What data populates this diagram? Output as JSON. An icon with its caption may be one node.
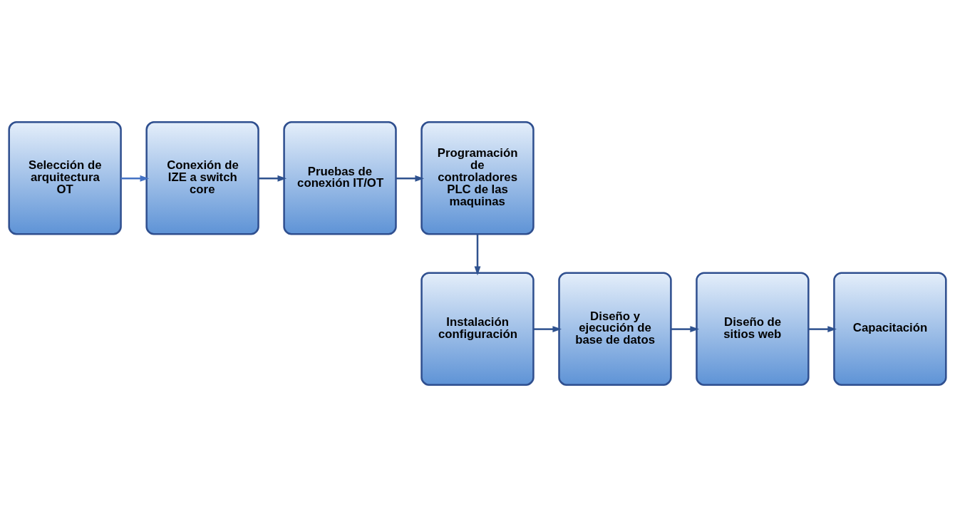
{
  "diagram": {
    "nodes": [
      {
        "text": [
          "Selección de arquitectura OT"
        ]
      },
      {
        "text": [
          "Conexión de IZE a switch core"
        ]
      },
      {
        "text": [
          "Pruebas de conexión IT/OT"
        ]
      },
      {
        "text": [
          "Programación de controladores PLC de las maquinas"
        ]
      },
      {
        "text": [
          "Instalación configuración"
        ]
      },
      {
        "text": [
          "Diseño y ejecución de base de datos"
        ]
      },
      {
        "text": [
          "Diseño de sitios web"
        ]
      },
      {
        "text": [
          "Capacitación"
        ]
      }
    ],
    "edges": [
      {
        "from": 0,
        "to": 1,
        "arrow": "to",
        "color": "#4472c4"
      },
      {
        "from": 1,
        "to": 2,
        "arrow": "to"
      },
      {
        "from": 2,
        "to": 3,
        "arrow": "to"
      },
      {
        "from": 3,
        "to": 4,
        "arrow": "to"
      },
      {
        "from": 4,
        "to": 5,
        "arrow": "to"
      },
      {
        "from": 5,
        "to": 6,
        "arrow": "to"
      },
      {
        "from": 6,
        "to": 7,
        "arrow": "to"
      }
    ]
  }
}
